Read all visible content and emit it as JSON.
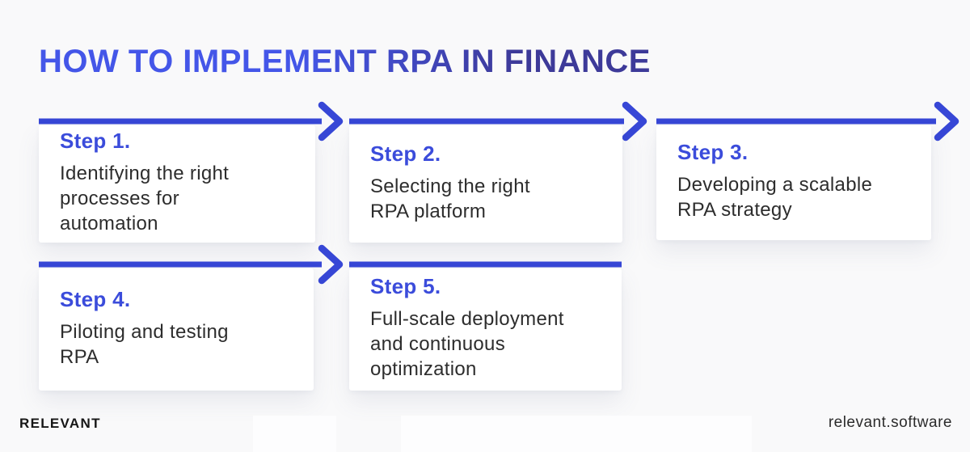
{
  "page": {
    "title": "HOW TO IMPLEMENT RPA IN FINANCE",
    "accent_color": "#3747d6",
    "step_label_color": "#3b4cdb",
    "title_gradient_from": "#4456e8",
    "title_gradient_to": "#3d3a99",
    "background_color": "#f9f9fa"
  },
  "steps": [
    {
      "label": "Step 1.",
      "description": "Identifying the right\nprocesses for\nautomation"
    },
    {
      "label": "Step 2.",
      "description": "Selecting the right\nRPA platform"
    },
    {
      "label": "Step 3.",
      "description": "Developing a scalable\nRPA strategy"
    },
    {
      "label": "Step 4.",
      "description": "Piloting and testing\nRPA"
    },
    {
      "label": "Step 5.",
      "description": "Full-scale deployment\nand continuous\noptimization"
    }
  ],
  "footer": {
    "brand": "RELEVANT",
    "website": "relevant.software"
  }
}
